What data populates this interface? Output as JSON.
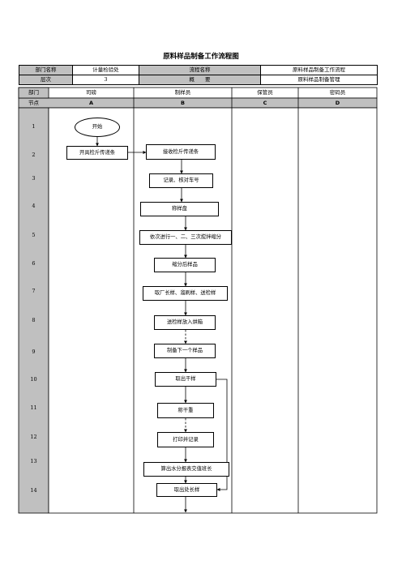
{
  "title": "原料样品制备工作流程图",
  "header": {
    "dept_label": "部门名称",
    "dept_value": "计量检验处",
    "flow_name_label": "流程名称",
    "flow_name_value": "原料样品制备工作流程",
    "level_label": "层次",
    "level_value": "3",
    "summary_label": "概　　要",
    "summary_value": "原料样品制备管理",
    "dept_col_label": "部门",
    "columns": [
      "司磅",
      "制样员",
      "保管员",
      "密码员"
    ],
    "node_label": "节点",
    "node_letters": [
      "A",
      "B",
      "C",
      "D"
    ]
  },
  "rows": [
    "1",
    "2",
    "3",
    "4",
    "5",
    "6",
    "7",
    "8",
    "9",
    "10",
    "11",
    "12",
    "13",
    "14"
  ],
  "nodes": {
    "start": "开始",
    "a2": "开具检斤传递条",
    "b2": "接收检斤传递条",
    "b3": "记录、核对车号",
    "b4": "称样盘",
    "b5": "依次进行一、二、三次搅拌缩分",
    "b6": "缩分后样品",
    "b7": "取厂长样、溜刷样、送检样",
    "b8": "送检样放入烘箱",
    "b9": "制备下一个样品",
    "b10": "取出干样",
    "b11": "称干重",
    "b12": "打印并记录",
    "b13": "算出水分报表交值班长",
    "b14": "取出处长样"
  }
}
